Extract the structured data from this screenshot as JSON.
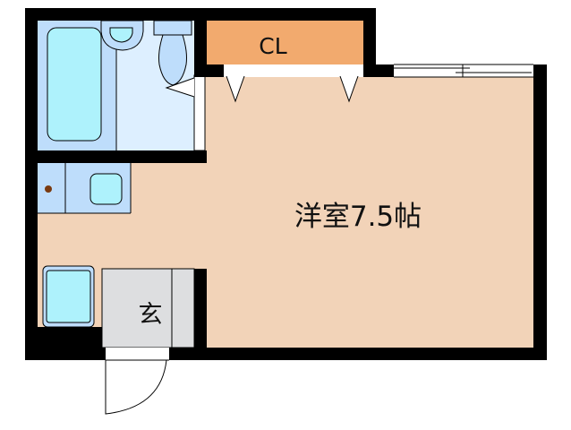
{
  "floorplan": {
    "rooms": {
      "closet": {
        "label": "CL",
        "color": "#F2AA6E"
      },
      "western_room": {
        "label": "洋室7.5帖",
        "color": "#F2D3B8"
      },
      "entrance": {
        "label": "玄",
        "color": "#DDDEE0"
      },
      "bathroom": {
        "color": "#DDEFFF"
      },
      "kitchen": {
        "color": "#BEDDFB"
      }
    },
    "colors": {
      "wall": "#000000",
      "fixture_light_blue": "#BEDDFB",
      "fixture_cyan": "#AEF2FC",
      "gas_dot": "#7A3A10",
      "background": "#FFFFFF"
    },
    "icons": {
      "bathtub": "bathtub-icon",
      "washbasin": "washbasin-icon",
      "toilet": "toilet-icon",
      "sink": "sink-icon",
      "stove": "stove-icon",
      "washing_machine": "washing-machine-icon",
      "entrance_door": "door-swing-icon",
      "window": "sliding-window-icon"
    }
  }
}
